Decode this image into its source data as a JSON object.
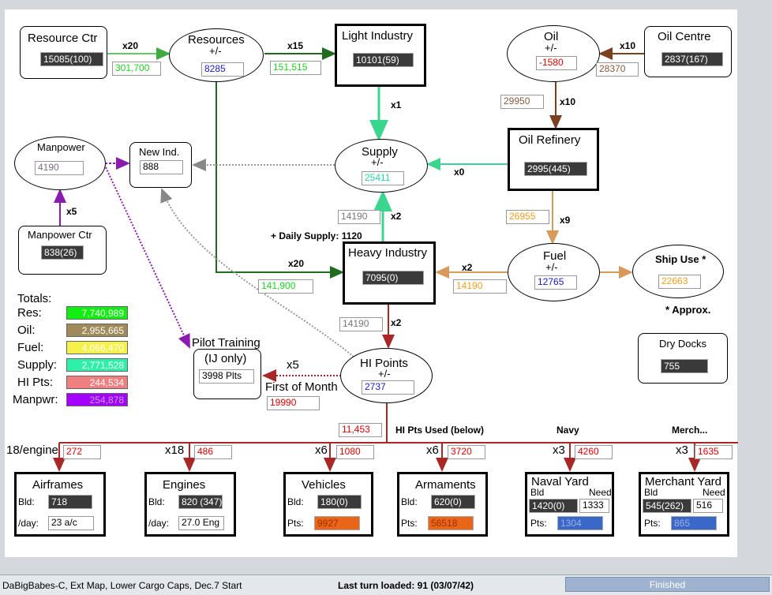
{
  "nodes": {
    "resource_ctr": {
      "title": "Resource Ctr",
      "value": "15085(100)"
    },
    "resources": {
      "title": "Resources",
      "sub": "+/-",
      "value": "8285"
    },
    "light_industry": {
      "title": "Light Industry",
      "value": "10101(59)"
    },
    "oil": {
      "title": "Oil",
      "sub": "+/-",
      "value": "-1580"
    },
    "oil_centre": {
      "title": "Oil Centre",
      "value": "2837(167)"
    },
    "oil_refinery": {
      "title": "Oil Refinery",
      "value": "2995(445)"
    },
    "manpower": {
      "title": "Manpower",
      "value": "4190"
    },
    "new_ind": {
      "title": "New Ind.",
      "value": "888"
    },
    "supply": {
      "title": "Supply",
      "sub": "+/-",
      "value": "25411"
    },
    "manpower_ctr": {
      "title": "Manpower Ctr",
      "value": "838(26)"
    },
    "heavy_industry": {
      "title": "Heavy Industry",
      "value": "7095(0)"
    },
    "fuel": {
      "title": "Fuel",
      "sub": "+/-",
      "value": "12765"
    },
    "ship_use": {
      "title": "Ship Use *",
      "value": "22663"
    },
    "dry_docks": {
      "title": "Dry Docks",
      "value": "755"
    },
    "pilot_training": {
      "title": "Pilot Training",
      "sub": "(IJ only)",
      "value": "3998 Plts"
    },
    "hi_points": {
      "title": "HI Points",
      "sub": "+/-",
      "value": "2737"
    }
  },
  "flows": {
    "x20_top": "x20",
    "res_ctr_flow": "301,700",
    "x15": "x15",
    "res_li_flow": "151,515",
    "x10_oil": "x10",
    "oilc_flow": "28370",
    "oil_ref_flow": "29950",
    "x10_ref": "x10",
    "x1": "x1",
    "x0": "x0",
    "x5_man": "x5",
    "supply_hi_flow": "14190",
    "x2_supply": "x2",
    "daily_supply": "+ Daily Supply: 1120",
    "x20_heavy": "x20",
    "res_hi_flow": "141,900",
    "x2_fuel": "x2",
    "fuel_hi_flow": "14190",
    "fuel_ref_flow": "26955",
    "x9": "x9",
    "approx": "* Approx.",
    "hi_hip_flow": "14190",
    "x2_hip": "x2",
    "x5_pilot": "x5",
    "first_of_month": "First of Month",
    "pilot_flow": "19990",
    "hi_used_total": "11,453",
    "hi_used_label": "HI Pts Used (below)",
    "navy_label": "Navy",
    "merch_label": "Merch..."
  },
  "totals": {
    "heading": "Totals:",
    "rows": [
      {
        "label": "Res:",
        "value": "7,740,989",
        "color": "#11ee11"
      },
      {
        "label": "Oil:",
        "value": "2,955,665",
        "color": "#a08a5a"
      },
      {
        "label": "Fuel:",
        "value": "4,066,470",
        "color": "#f5f04a"
      },
      {
        "label": "Supply:",
        "value": "2,771,528",
        "color": "#2ff0a8"
      },
      {
        "label": "HI Pts:",
        "value": "244,534",
        "color": "#f08080"
      },
      {
        "label": "Manpwr:",
        "value": "254,878",
        "color": "#a400ff"
      }
    ]
  },
  "production": [
    {
      "mult": "18/engine",
      "pts": "272",
      "name": "Airframes",
      "r1_label": "Bld:",
      "r1_value": "718",
      "r2_label": "/day:",
      "r2_value": "23 a/c"
    },
    {
      "mult": "x18",
      "pts": "486",
      "name": "Engines",
      "r1_label": "Bld:",
      "r1_value": "820 (347)",
      "r2_label": "/day:",
      "r2_value": "27.0 Eng"
    },
    {
      "mult": "x6",
      "pts": "1080",
      "name": "Vehicles",
      "r1_label": "Bld:",
      "r1_value": "180(0)",
      "r2_label": "Pts:",
      "r2_value": "9927"
    },
    {
      "mult": "x6",
      "pts": "3720",
      "name": "Armaments",
      "r1_label": "Bld:",
      "r1_value": "620(0)",
      "r2_label": "Pts:",
      "r2_value": "56518"
    },
    {
      "mult": "x3",
      "pts": "4260",
      "name": "Naval Yard",
      "bld_hdr": "Bld",
      "need_hdr": "Need",
      "r1_value": "1420(0)",
      "need_value": "1333",
      "r2_label": "Pts:",
      "r2_value": "1304"
    },
    {
      "mult": "x3",
      "pts": "1635",
      "name": "Merchant Yard",
      "bld_hdr": "Bld",
      "need_hdr": "Need",
      "r1_value": "545(262)",
      "need_value": "516",
      "r2_label": "Pts:",
      "r2_value": "865"
    }
  ],
  "status": {
    "scenario": "DaBigBabes-C, Ext Map, Lower Cargo Caps, Dec.7 Start",
    "last_turn": "Last turn loaded: 91 (03/07/42)",
    "progress": "Finished"
  }
}
